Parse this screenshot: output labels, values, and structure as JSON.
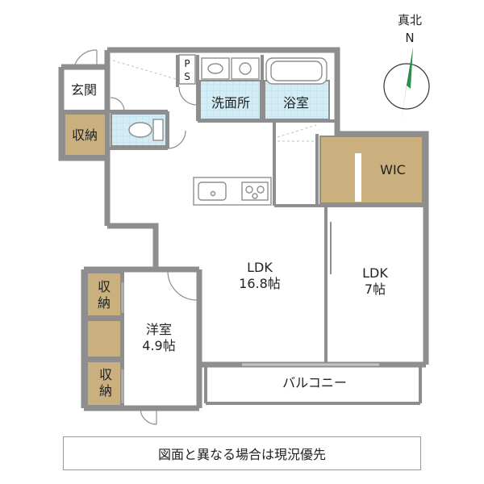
{
  "compass": {
    "label": "真北",
    "letter": "N"
  },
  "rooms": {
    "genkan": "玄関",
    "shuno_entry": "収納",
    "ps_p": "P",
    "ps_s": "S",
    "senmenjo": "洗面所",
    "yokushitsu": "浴室",
    "wic": "WIC",
    "ldk_main_name": "LDK",
    "ldk_main_size": "16.8帖",
    "ldk_side_name": "LDK",
    "ldk_side_size": "7帖",
    "yoshitsu_name": "洋室",
    "yoshitsu_size": "4.9帖",
    "shuno_top_1": "収",
    "shuno_top_2": "納",
    "shuno_bottom_1": "収",
    "shuno_bottom_2": "納",
    "balcony": "バルコニー"
  },
  "note": "図面と異なる場合は現況優先",
  "colors": {
    "wall": "#8e8e8e",
    "storage": "#c9b07e",
    "wet_area": "#d4ecf4",
    "floor": "#ffffff"
  }
}
